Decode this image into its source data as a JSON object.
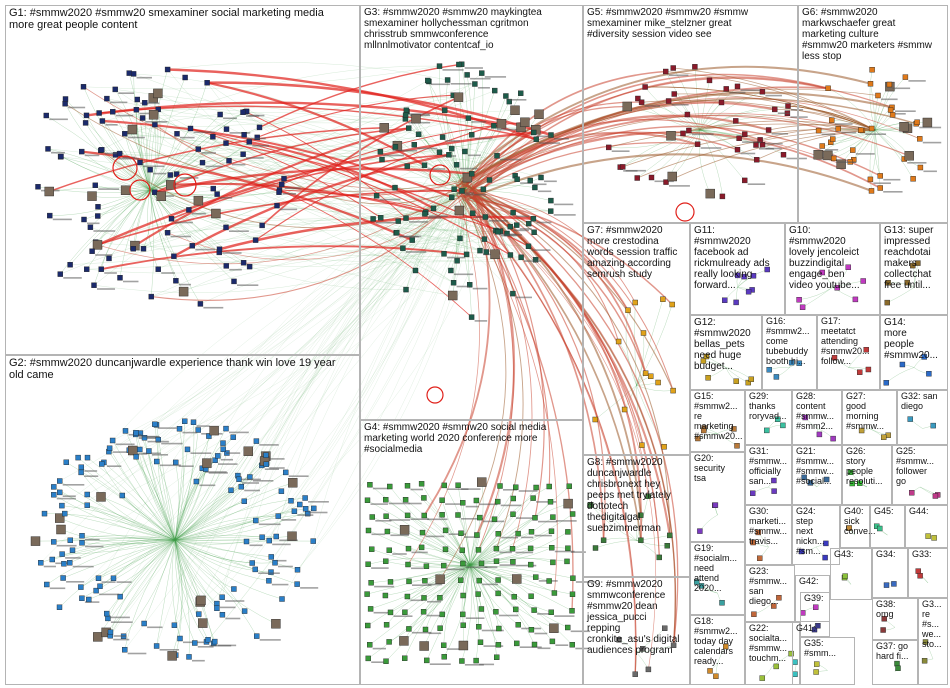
{
  "background": "#ffffff",
  "edge_colors": {
    "within": "#3d9a46",
    "between": "#c8412e",
    "highlight": "#e0201a",
    "brown": "#9a5a2a"
  },
  "groups": [
    {
      "id": "G1",
      "label": "G1: #smmw2020 #smmw20 smexaminer social marketing media\nmore great people content",
      "color": "#1b2a6b",
      "n": 110
    },
    {
      "id": "G2",
      "label": "G2: #smmw2020 duncanjwardle experience thank win love 19 year\nold came",
      "color": "#2a7fc8",
      "n": 150
    },
    {
      "id": "G3",
      "label": "G3: #smmw2020 #smmw20 maykingtea\nsmexaminer hollychessman cgritmon\nchrisstrub smmwconference\nmllnnlmotivator contentcaf_io",
      "color": "#1d5b4a",
      "n": 110
    },
    {
      "id": "G4",
      "label": "G4: #smmw2020 #smmw20 social media\nmarketing world 2020 conference more\n#socialmedia",
      "color": "#3a9a3a",
      "n": 140
    },
    {
      "id": "G5",
      "label": "G5: #smmw2020 #smmw20 #smmw\nsmexaminer mike_stelzner great\n#diversity session video see",
      "color": "#8a1a2a",
      "n": 42
    },
    {
      "id": "G6",
      "label": "G6: #smmw2020\nmarkwschaefer great\nmarketing culture\n#smmw20 marketers #smmw\nless stop",
      "color": "#e07a1a",
      "n": 40
    },
    {
      "id": "G7",
      "label": "G7: #smmw2020\nmore crestodina\nwords session traffic\namazing according\nsemrush study",
      "color": "#e0a21a",
      "n": 14
    },
    {
      "id": "G8",
      "label": "G8: #smmw2020\nduncanjwardle\nchrisbronext hey\npeeps met trylately\ndottotech\nthedigitalgal\nsuebzimmerman",
      "color": "#3a7a3a",
      "n": 10
    },
    {
      "id": "G9",
      "label": "G9: #smmw2020\nsmmwconference\n#smmw20 dean\njessica_pucci\nrepping\ncronkite_asu's digital\naudiences program",
      "color": "#6a6a6a",
      "n": 6
    },
    {
      "id": "G10",
      "label": "G10:\n#smmw2020\nlovely jencoleict\nbuzzindigital\nengage_ben\nvideo youtube...",
      "color": "#c03ac0",
      "n": 7
    },
    {
      "id": "G11",
      "label": "G11:\n#smmw2020\nfacebook ad\nrickmulready ads\nreally looking\nforward...",
      "color": "#5a3ac0",
      "n": 8
    },
    {
      "id": "G12",
      "label": "G12:\n#smmw2020\nbellas_pets\nneed huge\nbudget...",
      "color": "#c8a020",
      "n": 6
    },
    {
      "id": "G13",
      "label": "G13: super\nimpressed\nreachdotai\nmakers\ncollectchat\nfree until...",
      "color": "#8a6a2a",
      "n": 5
    },
    {
      "id": "G14",
      "label": "G14:\nmore\npeople\n#smmw20...",
      "color": "#2a6ac8",
      "n": 4
    },
    {
      "id": "G15",
      "label": "G15:\n#smmw2...\nre\nmarketing\n#smmw20...",
      "color": "#b87a3a",
      "n": 5
    },
    {
      "id": "G16",
      "label": "G16:\n#smmw2...\ncome\ntubebuddy\nbooth hi...",
      "color": "#3a8ac0",
      "n": 4
    },
    {
      "id": "G17",
      "label": "G17:\nmeetatct\nattending\n#smmw20...\nfollow...",
      "color": "#c03a3a",
      "n": 4
    },
    {
      "id": "G18",
      "label": "G18:\n#smmw2...\ntoday day\ncalendars\nready...",
      "color": "#d08a2a",
      "n": 3
    },
    {
      "id": "G19",
      "label": "G19:\n#socialm...\nneed\nattend\n2020...",
      "color": "#3aa0a0",
      "n": 3
    },
    {
      "id": "G20",
      "label": "G20:\nsecurity\ntsa",
      "color": "#7a3ac0",
      "n": 3
    },
    {
      "id": "G21",
      "label": "G21:\n#smmw...\n#smmw...\n#social...",
      "color": "#3a6a9a",
      "n": 3
    },
    {
      "id": "G22",
      "label": "G22:\nsocialta...\n#smmw...\ntouchm...",
      "color": "#9ac03a",
      "n": 3
    },
    {
      "id": "G23",
      "label": "G23:\n#smmw...\nsan\ndiego...",
      "color": "#c0663a",
      "n": 3
    },
    {
      "id": "G24",
      "label": "G24:\nstep\nnext\nnickn...\n#sm...",
      "color": "#3a3ac0",
      "n": 3
    },
    {
      "id": "G25",
      "label": "G25:\n#smmw...\nfollower\ngo",
      "color": "#c03a8a",
      "n": 3
    },
    {
      "id": "G26",
      "label": "G26:\nstory\npeople\nresoluti...",
      "color": "#3ac03a",
      "n": 3
    },
    {
      "id": "G27",
      "label": "G27:\ngood\nmorning\n#smmw...",
      "color": "#c0a03a",
      "n": 3
    },
    {
      "id": "G28",
      "label": "G28:\ncontent\n#smmw...\n#smm2...",
      "color": "#a03ac0",
      "n": 3
    },
    {
      "id": "G29",
      "label": "G29:\nthanks\nroryvad...",
      "color": "#3ac0a0",
      "n": 3
    },
    {
      "id": "G30",
      "label": "G30:\nmarketi...\n#smmw...\ntravis...",
      "color": "#c06a3a",
      "n": 3
    },
    {
      "id": "G31",
      "label": "G31:\n#smmw...\nofficially\nsan...",
      "color": "#6a3ac0",
      "n": 3
    },
    {
      "id": "G32",
      "label": "G32: san\ndiego",
      "color": "#3a9ac0",
      "n": 2
    },
    {
      "id": "G33",
      "label": "G33:",
      "color": "#c03a3a",
      "n": 2
    },
    {
      "id": "G34",
      "label": "G34:",
      "color": "#3a6ac0",
      "n": 2
    },
    {
      "id": "G35",
      "label": "G35:\n#smm...",
      "color": "#c0c03a",
      "n": 2
    },
    {
      "id": "G36",
      "label": "G3...\nre\n#s...\nwe...\nsto...",
      "color": "#8a8a3a",
      "n": 2
    },
    {
      "id": "G37",
      "label": "G37: go\nhard fi...",
      "color": "#3a8a3a",
      "n": 2
    },
    {
      "id": "G38",
      "label": "G38:\nomg",
      "color": "#8a3a3a",
      "n": 2
    },
    {
      "id": "G39",
      "label": "G39:",
      "color": "#3a3a8a",
      "n": 2
    },
    {
      "id": "G40",
      "label": "G40:\nsick\nconve...",
      "color": "#c08a3a",
      "n": 2
    },
    {
      "id": "G41",
      "label": "G41:",
      "color": "#3ac0c0",
      "n": 2
    },
    {
      "id": "G42",
      "label": "G42:",
      "color": "#c03ac0",
      "n": 2
    },
    {
      "id": "G43",
      "label": "G43:",
      "color": "#8ac03a",
      "n": 2
    },
    {
      "id": "G44",
      "label": "G44:",
      "color": "#c0c03a",
      "n": 2
    },
    {
      "id": "G45",
      "label": "G45:",
      "color": "#3ac08a",
      "n": 2
    }
  ]
}
